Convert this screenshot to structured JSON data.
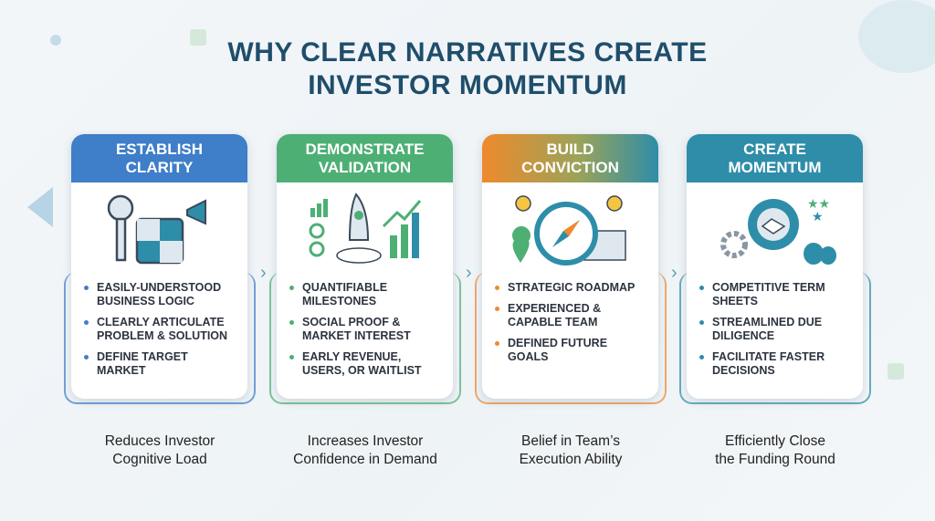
{
  "title_line1": "WHY CLEAR NARRATIVES CREATE",
  "title_line2": "INVESTOR MOMENTUM",
  "colors": {
    "blue": "#3f7ec8",
    "green": "#4daf74",
    "orange": "#ef8a2c",
    "teal": "#2e8da8",
    "title": "#1f4e6b"
  },
  "cards": [
    {
      "title": [
        "ESTABLISH",
        "CLARITY"
      ],
      "icon": "key-puzzle-megaphone-icon",
      "bullets": [
        "EASILY-UNDERSTOOD BUSINESS LOGIC",
        "CLEARLY ARTICULATE PROBLEM & SOLUTION",
        "DEFINE TARGET MARKET"
      ],
      "outcome": [
        "Reduces Investor",
        "Cognitive Load"
      ]
    },
    {
      "title": [
        "DEMONSTRATE",
        "VALIDATION"
      ],
      "icon": "rocket-growth-chart-icon",
      "bullets": [
        "QUANTIFIABLE MILESTONES",
        "SOCIAL PROOF & MARKET INTEREST",
        "EARLY REVENUE, USERS, OR WAITLIST"
      ],
      "outcome": [
        "Increases Investor",
        "Confidence in Demand"
      ]
    },
    {
      "title": [
        "BUILD",
        "CONVICTION"
      ],
      "icon": "compass-roadmap-icon",
      "bullets": [
        "STRATEGIC ROADMAP",
        "EXPERIENCED & CAPABLE TEAM",
        "DEFINED FUTURE GOALS"
      ],
      "outcome": [
        "Belief in Team’s",
        "Execution Ability"
      ]
    },
    {
      "title": [
        "CREATE",
        "MOMENTUM"
      ],
      "icon": "handshake-gear-money-icon",
      "bullets": [
        "COMPETITIVE TERM SHEETS",
        "STREAMLINED DUE DILIGENCE",
        "FACILITATE FASTER DECISIONS"
      ],
      "outcome": [
        "Efficiently Close",
        "the Funding Round"
      ]
    }
  ]
}
